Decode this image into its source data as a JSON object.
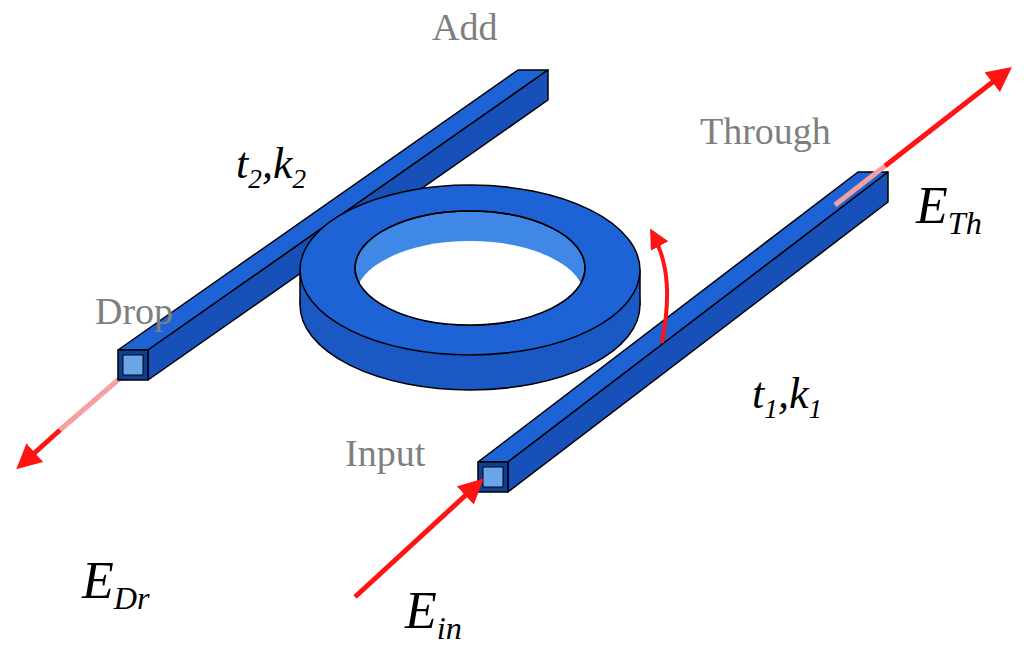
{
  "diagram": {
    "labels": [
      "Add",
      "Through",
      "Drop",
      "Input",
      "t",
      "2",
      ",k",
      "2",
      "t",
      "1",
      ",k",
      "1",
      "E",
      "Th",
      "E",
      "Dr",
      "E",
      "in"
    ]
  }
}
